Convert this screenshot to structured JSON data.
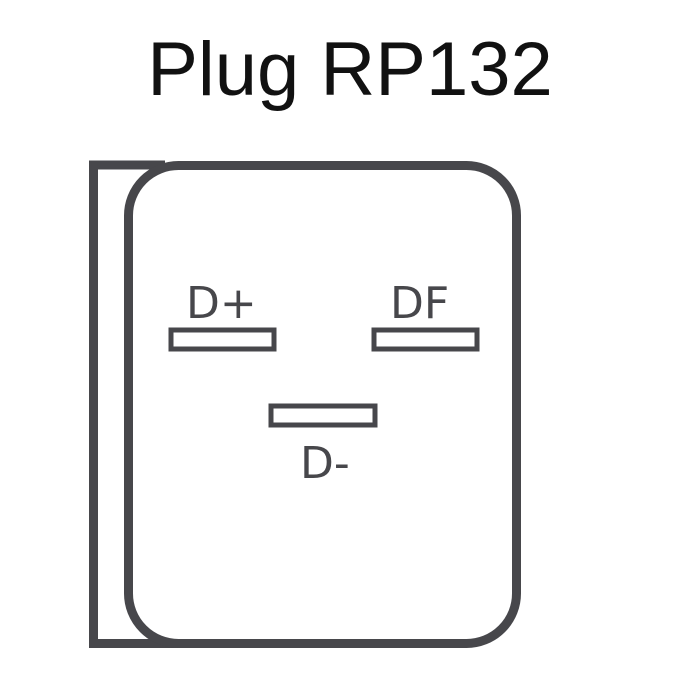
{
  "title": "Plug RP132",
  "colors": {
    "stroke": "#47474b",
    "background": "#ffffff",
    "title": "#111111"
  },
  "terminals": [
    {
      "label": "D+"
    },
    {
      "label": "DF"
    },
    {
      "label": "D-"
    }
  ]
}
